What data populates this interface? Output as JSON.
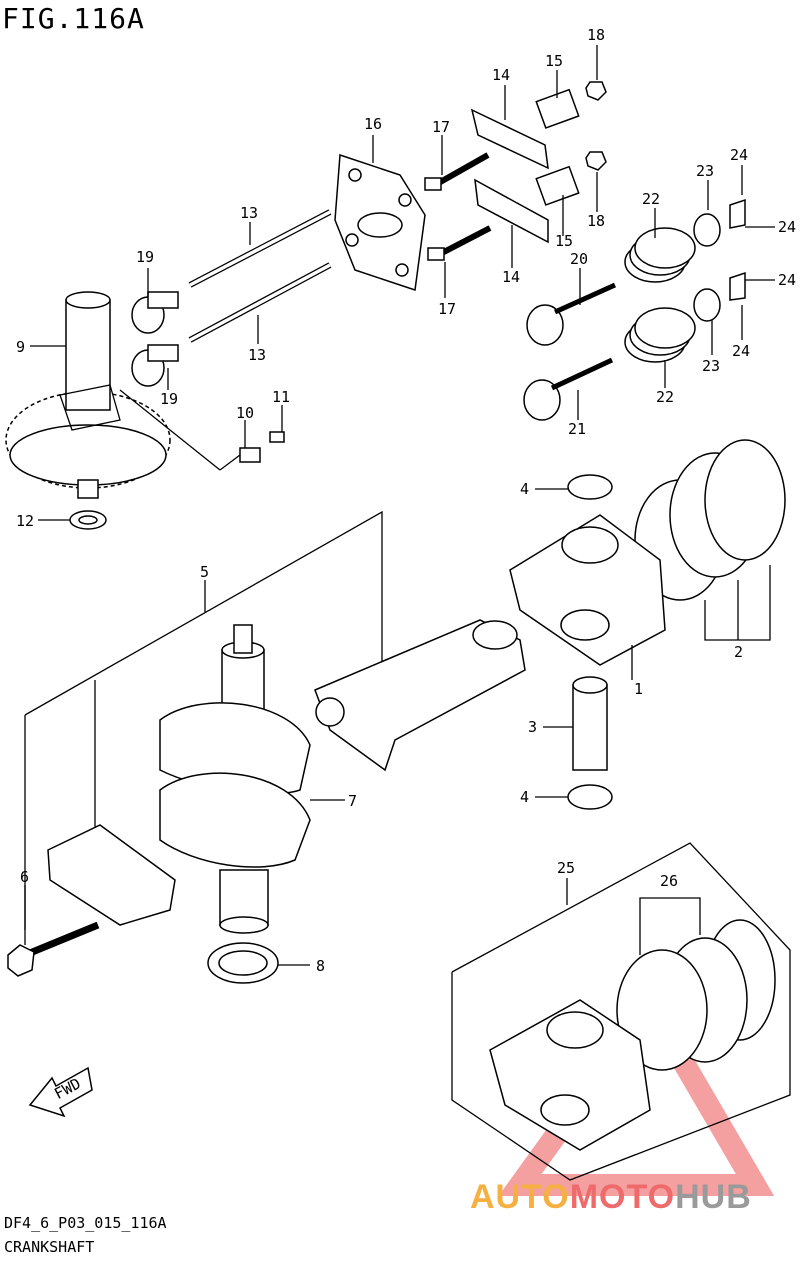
{
  "figure": {
    "title": "FIG.116A",
    "code": "DF4_6_P03_015_116A",
    "caption": "CRANKSHAFT"
  },
  "watermark": {
    "part1": "AUTO",
    "part2": "MOTO",
    "part3": "HUB",
    "colors": {
      "auto": "#f5b041",
      "moto": "#ef6b6b",
      "hub": "#9a9a9a",
      "triangle": "#f08080"
    }
  },
  "direction_marker": "FWD",
  "callouts": [
    "1",
    "2",
    "3",
    "4",
    "4",
    "5",
    "6",
    "7",
    "8",
    "9",
    "10",
    "11",
    "12",
    "13",
    "13",
    "14",
    "14",
    "15",
    "15",
    "16",
    "17",
    "17",
    "18",
    "18",
    "19",
    "19",
    "20",
    "21",
    "22",
    "22",
    "23",
    "23",
    "24",
    "24",
    "24",
    "24",
    "25",
    "26"
  ]
}
